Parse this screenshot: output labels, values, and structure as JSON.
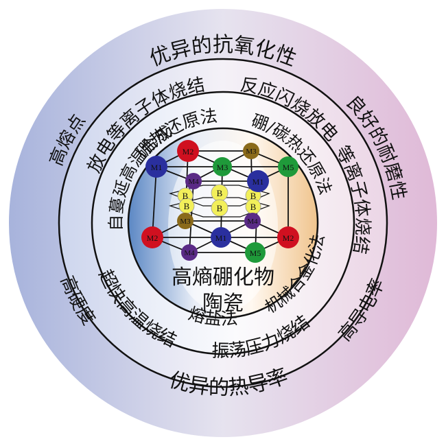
{
  "outer_ring": {
    "top": "优异的抗氧化性",
    "upper_right": "良好的耐磨性",
    "lower_right": "高导电率",
    "bottom": "优异的热导率",
    "lower_left": "高硬度",
    "upper_left": "高熔点"
  },
  "middle_ring": {
    "top_left": "放电等离子体烧结",
    "top_right": "反应闪烧放电",
    "right_side": "等离子体烧结",
    "left": "超快高温烧结",
    "bottom": "振荡压力烧结"
  },
  "inner_ring": {
    "top_left": "硼热还原法",
    "top_right": "硼/碳热还原法",
    "left": "自蔓延高温合成",
    "right": "机械合金化法",
    "bottom": "熔盐法"
  },
  "center": {
    "line1": "高熵硼化物",
    "line2": "陶瓷"
  },
  "atoms": {
    "m1": "M1",
    "m2": "M2",
    "m3": "M3",
    "m4": "M4",
    "m5": "M5",
    "b": "B"
  },
  "colors": {
    "m1": "#2a2f9e",
    "m2": "#d01020",
    "m3": "#8a6a1a",
    "m4": "#5a2a86",
    "m5": "#1f9a3a",
    "b": "#f2ef5a"
  }
}
